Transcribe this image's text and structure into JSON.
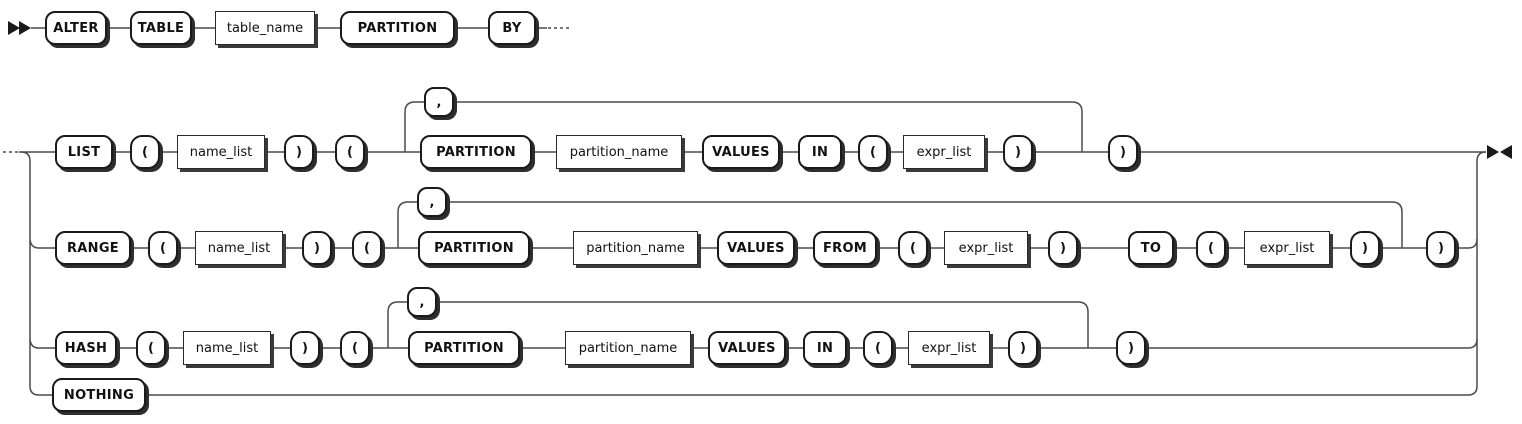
{
  "diagram": {
    "kind": "railroad-syntax-diagram",
    "statement": "ALTER TABLE ... PARTITION BY",
    "colors": {
      "background": "#ffffff",
      "wire": "#4a4a4a",
      "box_border": "#1a1a1a",
      "box_fill": "#ffffff",
      "box_shadow": "#2e2e2e",
      "text": "#111111"
    },
    "icons": {
      "start": "diagram-start-arrows",
      "end": "diagram-end-arrows",
      "continuation": "ellipsis-dashes"
    },
    "row1": {
      "alter": "ALTER",
      "table": "TABLE",
      "table_name": "table_name",
      "partition": "PARTITION",
      "by": "BY"
    },
    "list_branch": {
      "keyword": "LIST",
      "lparen1": "(",
      "name_list": "name_list",
      "rparen1": ")",
      "lparen2": "(",
      "comma": ",",
      "partition": "PARTITION",
      "partition_name": "partition_name",
      "values": "VALUES",
      "in": "IN",
      "lparen3": "(",
      "expr_list": "expr_list",
      "rparen3": ")",
      "rparen2": ")"
    },
    "range_branch": {
      "keyword": "RANGE",
      "lparen1": "(",
      "name_list": "name_list",
      "rparen1": ")",
      "lparen2": "(",
      "comma": ",",
      "partition": "PARTITION",
      "partition_name": "partition_name",
      "values": "VALUES",
      "from": "FROM",
      "lparen3": "(",
      "expr_list_from": "expr_list",
      "rparen3": ")",
      "to": "TO",
      "lparen4": "(",
      "expr_list_to": "expr_list",
      "rparen4": ")",
      "rparen2": ")"
    },
    "hash_branch": {
      "keyword": "HASH",
      "lparen1": "(",
      "name_list": "name_list",
      "rparen1": ")",
      "lparen2": "(",
      "comma": ",",
      "partition": "PARTITION",
      "partition_name": "partition_name",
      "values": "VALUES",
      "in": "IN",
      "lparen3": "(",
      "expr_list": "expr_list",
      "rparen3": ")",
      "rparen2": ")"
    },
    "nothing_branch": {
      "keyword": "NOTHING"
    }
  }
}
